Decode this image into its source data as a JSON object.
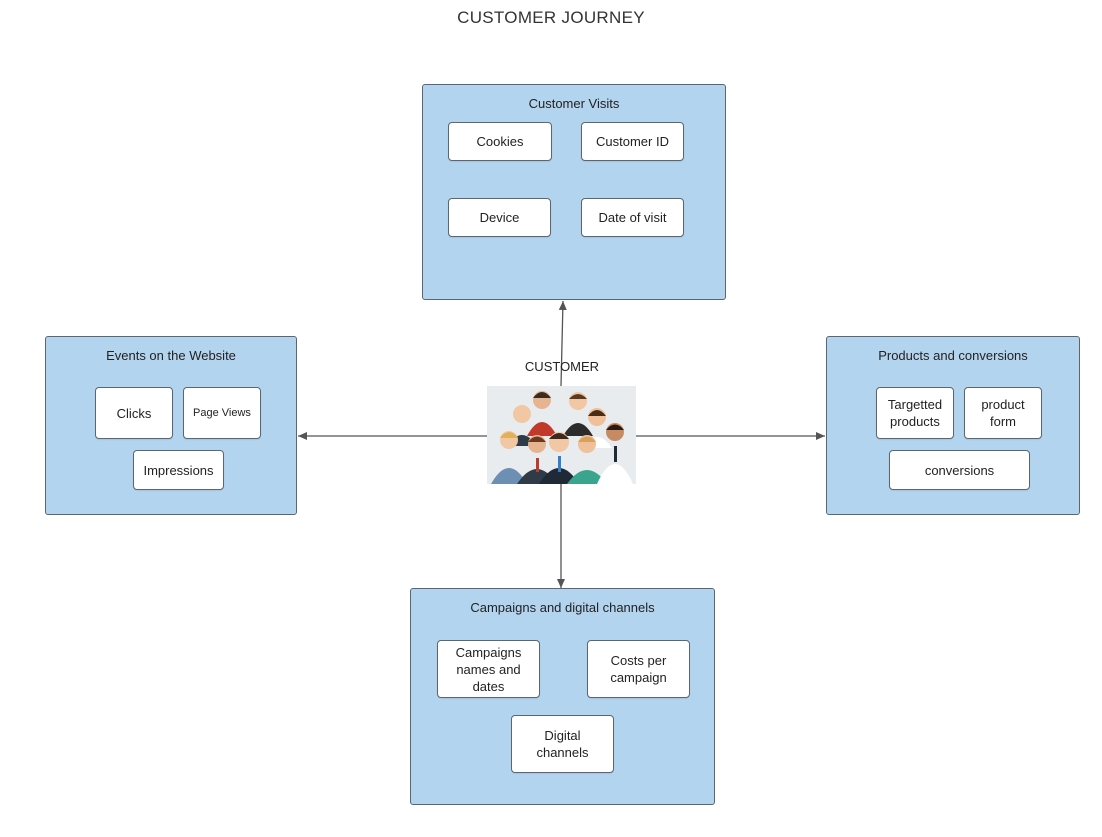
{
  "title": "CUSTOMER JOURNEY",
  "center": {
    "label": "CUSTOMER",
    "image_icon": "people-group-icon"
  },
  "colors": {
    "group_fill": "#b3d4ef",
    "border": "#5b6670",
    "arrow": "#555555"
  },
  "groups": {
    "visits": {
      "title": "Customer Visits",
      "items": [
        "Cookies",
        "Customer ID",
        "Device",
        "Date of visit"
      ]
    },
    "events": {
      "title": "Events on the Website",
      "items": [
        "Clicks",
        "Page Views",
        "Impressions"
      ]
    },
    "products": {
      "title": "Products and conversions",
      "items": [
        "Targetted\nproducts",
        "product\nform",
        "conversions"
      ]
    },
    "campaigns": {
      "title": "Campaigns and digital channels",
      "items": [
        "Campaigns\nnames and\ndates",
        "Costs per\ncampaign",
        "Digital\nchannels"
      ]
    }
  }
}
